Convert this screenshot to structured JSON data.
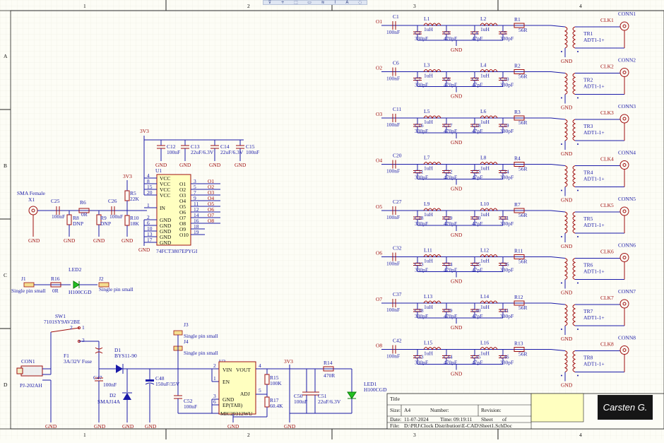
{
  "toolbar": {
    "icons": [
      "filter-icon",
      "add-icon",
      "wire-icon",
      "bus-icon",
      "net-label-icon",
      "power-port-icon",
      "text-icon",
      "shape-icon"
    ],
    "glyphs": [
      "⊽",
      "+",
      "⬚",
      "▭",
      "≋",
      "⌇",
      "A",
      "◌"
    ]
  },
  "frame": {
    "cols": [
      "1",
      "2",
      "3",
      "4"
    ],
    "rows": [
      "A",
      "B",
      "C",
      "D"
    ]
  },
  "title_block": {
    "title_label": "Title",
    "size_label": "Size:",
    "size_value": "A4",
    "number_label": "Number:",
    "revision_label": "Revision:",
    "date_label": "Date:",
    "date_value": "11-07-2024",
    "time_label": "Time:",
    "time_value": "09:19:11",
    "sheet_label": "Sheet",
    "of_label": "of",
    "file_label": "File:",
    "file_value": "D:\\PRJ\\Clock Distribution\\E-CAD\\Sheet1.SchDoc",
    "author": "Carsten G."
  },
  "input": {
    "connector_title": "SMA Female",
    "connector": "X1",
    "c25": "C25",
    "c25v": "100nF",
    "r8": "R8",
    "r8v": "DNP",
    "r6": "R6",
    "r6v": "0R",
    "r9": "R9",
    "r9v": "DNP",
    "c26": "C26",
    "c26v": "100nF",
    "r5": "R5",
    "r5v": "22K",
    "r10": "R10",
    "r10v": "18K",
    "rail": "3V3",
    "gnd": "GND"
  },
  "buffer": {
    "ref": "U1",
    "part": "74FCT3807EPYGI",
    "pins_left": [
      {
        "num": "4",
        "name": "VCC"
      },
      {
        "num": "8",
        "name": "VCC"
      },
      {
        "num": "15",
        "name": "VCC"
      },
      {
        "num": "20",
        "name": "VCC"
      },
      {
        "num": "1",
        "name": "IN"
      },
      {
        "num": "2",
        "name": "GND"
      },
      {
        "num": "6",
        "name": "GND"
      },
      {
        "num": "10",
        "name": "GND"
      },
      {
        "num": "13",
        "name": "GND"
      },
      {
        "num": "17",
        "name": "GND"
      }
    ],
    "pins_right": [
      {
        "num": "3",
        "name": "O1"
      },
      {
        "num": "5",
        "name": "O2"
      },
      {
        "num": "7",
        "name": "O3"
      },
      {
        "num": "9",
        "name": "O4"
      },
      {
        "num": "11",
        "name": "O5"
      },
      {
        "num": "12",
        "name": "O6"
      },
      {
        "num": "14",
        "name": "O7"
      },
      {
        "num": "16",
        "name": "O8"
      },
      {
        "num": "18",
        "name": "O9"
      },
      {
        "num": "19",
        "name": "O10"
      }
    ],
    "nets": [
      "O1",
      "O2",
      "O3",
      "O4",
      "O5",
      "O6",
      "O7",
      "O8"
    ],
    "rail": "3V3"
  },
  "decoupling": [
    {
      "ref": "C12",
      "val": "100nF"
    },
    {
      "ref": "C13",
      "val": "22uF/6.3V"
    },
    {
      "ref": "C14",
      "val": "22uF/6.3V"
    },
    {
      "ref": "C15",
      "val": "100nF"
    }
  ],
  "led_section": {
    "j1": "J1",
    "j1v": "Single pin small",
    "r16": "R16",
    "r16v": "0R",
    "led": "LED2",
    "ledv": "H100CGD",
    "j2": "J2",
    "j2v": "Single pin small"
  },
  "power": {
    "sw": "SW1",
    "swv": "7101SY9AV2BE",
    "p1": "1",
    "p2": "2",
    "p3": "3",
    "f": "F1",
    "fv": "3A/32V Fuse",
    "con": "CON1",
    "conv": "PJ-202AH",
    "c47": "C47",
    "c47v": "100nF",
    "d1": "D1",
    "d1v": "BYS11-90",
    "d2": "D2",
    "d2v": "SMAJ14A",
    "c48": "C48",
    "c48v": "150uF/35V",
    "c52": "C52",
    "c52v": "100nF",
    "j3": "J3",
    "j3v": "Single pin small",
    "j4": "J4",
    "j4v": "Single pin small",
    "u2": "U2",
    "u2v": "MIC29312WU",
    "u2_vin": "VIN",
    "u2_vout": "VOUT",
    "u2_en": "EN",
    "u2_adj": "ADJ",
    "u2_gnd": "GND",
    "u2_ep": "EP(TAB)",
    "u2_p2": "2",
    "u2_p4": "4",
    "u2_p1": "1",
    "u2_p5": "5",
    "u2_p3": "3",
    "u2_p6": "6",
    "r15": "R15",
    "r15v": "100K",
    "r17": "R17",
    "r17v": "60.4K",
    "c50": "C50",
    "c50v": "100nF",
    "c51": "C51",
    "c51v": "22uF/6.3V",
    "r14": "R14",
    "r14v": "470R",
    "led1": "LED1",
    "led1v": "H100CGD",
    "rail": "3V3"
  },
  "channels": [
    {
      "net": "O1",
      "cin": "C1",
      "cin_v": "100nF",
      "l1": "L1",
      "l2": "L2",
      "lv": "1uH",
      "c_a": "C2",
      "c_a_v": "330pF",
      "c_b": "C3",
      "c_b_v": "470pF",
      "c_c": "C4",
      "c_c_v": "47pF",
      "c_d": "C5",
      "c_d_v": "330pF",
      "r": "R1",
      "rv": "56R",
      "tr": "TR1",
      "trv": "ADT1-1+",
      "clk": "CLK1",
      "conn": "CONN1"
    },
    {
      "net": "O2",
      "cin": "C6",
      "cin_v": "100nF",
      "l1": "L3",
      "l2": "L4",
      "lv": "1uH",
      "c_a": "C7",
      "c_a_v": "330pF",
      "c_b": "C8",
      "c_b_v": "470pF",
      "c_c": "C9",
      "c_c_v": "47pF",
      "c_d": "C10",
      "c_d_v": "330pF",
      "r": "R2",
      "rv": "56R",
      "tr": "TR2",
      "trv": "ADT1-1+",
      "clk": "CLK2",
      "conn": "CONN2"
    },
    {
      "net": "O3",
      "cin": "C11",
      "cin_v": "100nF",
      "l1": "L5",
      "l2": "L6",
      "lv": "1uH",
      "c_a": "C16",
      "c_a_v": "330pF",
      "c_b": "C17",
      "c_b_v": "470pF",
      "c_c": "C18",
      "c_c_v": "47pF",
      "c_d": "C19",
      "c_d_v": "330pF",
      "r": "R3",
      "rv": "56R",
      "tr": "TR3",
      "trv": "ADT1-1+",
      "clk": "CLK3",
      "conn": "CONN3"
    },
    {
      "net": "O4",
      "cin": "C20",
      "cin_v": "100nF",
      "l1": "L7",
      "l2": "L8",
      "lv": "1uH",
      "c_a": "C21",
      "c_a_v": "330pF",
      "c_b": "C22",
      "c_b_v": "470pF",
      "c_c": "C23",
      "c_c_v": "47pF",
      "c_d": "C24",
      "c_d_v": "330pF",
      "r": "R4",
      "rv": "56R",
      "tr": "TR4",
      "trv": "ADT1-1+",
      "clk": "CLK4",
      "conn": "CONN4"
    },
    {
      "net": "O5",
      "cin": "C27",
      "cin_v": "100nF",
      "l1": "L9",
      "l2": "L10",
      "lv": "1uH",
      "c_a": "C28",
      "c_a_v": "330pF",
      "c_b": "C29",
      "c_b_v": "470pF",
      "c_c": "C30",
      "c_c_v": "47pF",
      "c_d": "C31",
      "c_d_v": "330pF",
      "r": "R7",
      "rv": "56R",
      "tr": "TR5",
      "trv": "ADT1-1+",
      "clk": "CLK5",
      "conn": "CONN5"
    },
    {
      "net": "O6",
      "cin": "C32",
      "cin_v": "100nF",
      "l1": "L11",
      "l2": "L12",
      "lv": "1uH",
      "c_a": "C33",
      "c_a_v": "330pF",
      "c_b": "C34",
      "c_b_v": "470pF",
      "c_c": "C35",
      "c_c_v": "47pF",
      "c_d": "C36",
      "c_d_v": "330pF",
      "r": "R11",
      "rv": "56R",
      "tr": "TR6",
      "trv": "ADT1-1+",
      "clk": "CLK6",
      "conn": "CONN6"
    },
    {
      "net": "O7",
      "cin": "C37",
      "cin_v": "100nF",
      "l1": "L13",
      "l2": "L14",
      "lv": "1uH",
      "c_a": "C38",
      "c_a_v": "330pF",
      "c_b": "C39",
      "c_b_v": "470pF",
      "c_c": "C40",
      "c_c_v": "47pF",
      "c_d": "C41",
      "c_d_v": "330pF",
      "r": "R12",
      "rv": "56R",
      "tr": "TR7",
      "trv": "ADT1-1+",
      "clk": "CLK7",
      "conn": "CONN7"
    },
    {
      "net": "O8",
      "cin": "C42",
      "cin_v": "100nF",
      "l1": "L15",
      "l2": "L16",
      "lv": "1uH",
      "c_a": "C43",
      "c_a_v": "330pF",
      "c_b": "C44",
      "c_b_v": "470pF",
      "c_c": "C45",
      "c_c_v": "47pF",
      "c_d": "C46",
      "c_d_v": "330pF",
      "r": "R13",
      "rv": "56R",
      "tr": "TR8",
      "trv": "ADT1-1+",
      "clk": "CLK8",
      "conn": "CONN8"
    }
  ]
}
